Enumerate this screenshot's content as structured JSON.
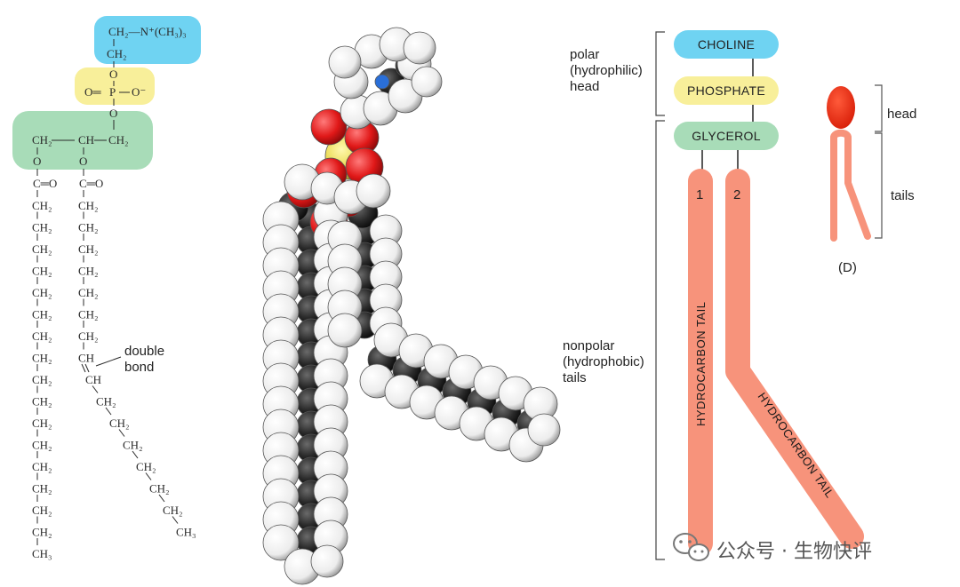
{
  "formula": {
    "choline_group": "CH₂—N⁺(CH₃)₃",
    "choline_ch2": "CH₂",
    "o_atom": "O",
    "p_atom": "P",
    "o_eq": "O═",
    "o_minus": "O⁻",
    "glycerol_left": "CH₂",
    "glycerol_mid": "CH",
    "glycerol_right": "CH₂",
    "carbonyl": "C═O",
    "ch2": "CH₂",
    "ch": "CH",
    "ch3": "CH₃",
    "double_bond_label_line1": "double",
    "double_bond_label_line2": "bond"
  },
  "schematic": {
    "head_label_line1": "polar",
    "head_label_line2": "(hydrophilic)",
    "head_label_line3": "head",
    "tail_label_line1": "nonpolar",
    "tail_label_line2": "(hydrophobic)",
    "tail_label_line3": "tails",
    "choline": "CHOLINE",
    "phosphate": "PHOSPHATE",
    "glycerol": "GLYCEROL",
    "tail1_number": "1",
    "tail2_number": "2",
    "tail1_label": "HYDROCARBON TAIL",
    "tail2_label": "HYDROCARBON TAIL"
  },
  "icon_panel": {
    "head": "head",
    "tails": "tails",
    "panel_label": "(D)"
  },
  "watermark": {
    "text": "公众号 · 生物快评"
  },
  "colors": {
    "choline": "#6fd3f2",
    "phosphate": "#f8ef9a",
    "glycerol": "#a8dcb8",
    "tail": "#f7937b",
    "head_ball": "#e82a10",
    "oxygen": "#e01818",
    "phosphorus": "#e8d84a",
    "nitrogen": "#2a6fd8",
    "carbon": "#2a2a2a",
    "hydrogen": "#f4f4f4"
  }
}
